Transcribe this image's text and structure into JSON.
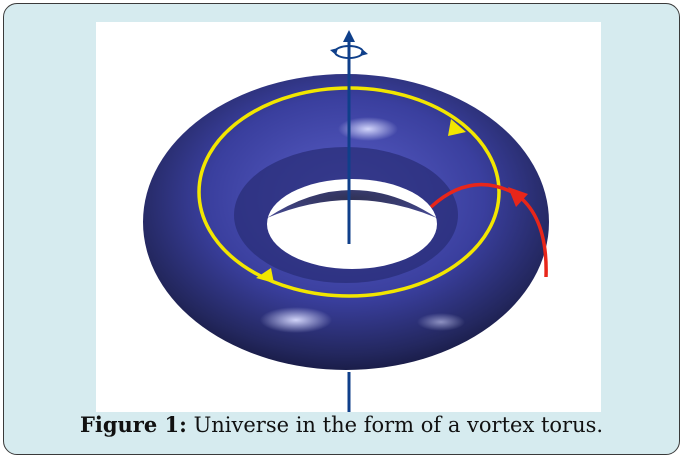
{
  "figure": {
    "label": "Figure 1:",
    "caption": " Universe in the form of a vortex torus."
  },
  "diagram": {
    "subject": "torus",
    "torus_color": "#3a3f9e",
    "axis_color": "#0f3f8a",
    "yellow_loop_color": "#f2e600",
    "red_arc_color": "#e8261a",
    "icons": [
      "rotation-arrow-icon",
      "yellow-direction-arrow-icon",
      "red-direction-arrow-icon"
    ]
  },
  "colors": {
    "frame_background": "#d6ebef",
    "frame_border": "#3a3a3a"
  }
}
